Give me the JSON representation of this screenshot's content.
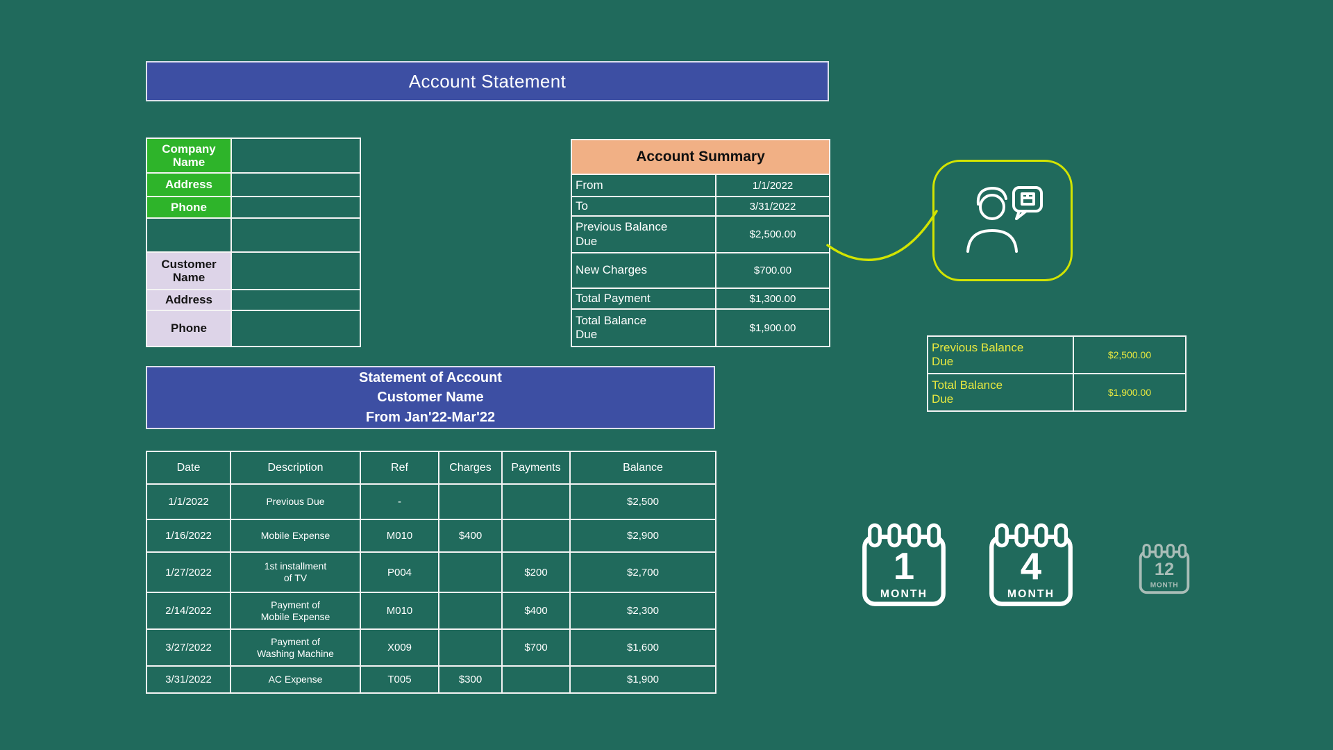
{
  "colors": {
    "background": "#206a5c",
    "banner_blue": "#3d4fa3",
    "label_green": "#2eb42a",
    "label_lavender": "#ddd4e8",
    "summary_orange": "#f1b085",
    "accent_lime": "#d2e400",
    "highlight_yellow": "#e9e93f",
    "border_white": "#f4f4f4"
  },
  "title": "Account Statement",
  "company_table": {
    "rows": [
      {
        "label": "Company\nName",
        "value": ""
      },
      {
        "label": "Address",
        "value": ""
      },
      {
        "label": "Phone",
        "value": ""
      },
      {
        "label": "",
        "value": ""
      },
      {
        "label": "Customer\nName",
        "value": ""
      },
      {
        "label": "Address",
        "value": ""
      },
      {
        "label": "Phone",
        "value": ""
      }
    ]
  },
  "account_summary": {
    "title": "Account Summary",
    "rows": [
      {
        "label": "From",
        "value": "1/1/2022"
      },
      {
        "label": "To",
        "value": "3/31/2022"
      },
      {
        "label": "Previous Balance\nDue",
        "value": "$2,500.00"
      },
      {
        "label": "New Charges",
        "value": "$700.00"
      },
      {
        "label": "Total Payment",
        "value": "$1,300.00"
      },
      {
        "label": "Total Balance\nDue",
        "value": "$1,900.00"
      }
    ]
  },
  "balance_highlight": {
    "rows": [
      {
        "label": "Previous Balance\nDue",
        "value": "$2,500.00"
      },
      {
        "label": "Total Balance\nDue",
        "value": "$1,900.00"
      }
    ]
  },
  "statement_banner": {
    "line1": "Statement of Account",
    "line2": "Customer Name",
    "line3": "From Jan'22-Mar'22"
  },
  "transactions": {
    "headers": [
      "Date",
      "Description",
      "Ref",
      "Charges",
      "Payments",
      "Balance"
    ],
    "rows": [
      [
        "1/1/2022",
        "Previous Due",
        "-",
        "",
        "",
        "$2,500"
      ],
      [
        "1/16/2022",
        "Mobile Expense",
        "M010",
        "$400",
        "",
        "$2,900"
      ],
      [
        "1/27/2022",
        "1st installment\nof TV",
        "P004",
        "",
        "$200",
        "$2,700"
      ],
      [
        "2/14/2022",
        "Payment of\nMobile Expense",
        "M010",
        "",
        "$400",
        "$2,300"
      ],
      [
        "3/27/2022",
        "Payment of\nWashing Machine",
        "X009",
        "",
        "$700",
        "$1,600"
      ],
      [
        "3/31/2022",
        "AC Expense",
        "T005",
        "$300",
        "",
        "$1,900"
      ]
    ]
  },
  "calendars": [
    {
      "number": "1",
      "label": "MONTH",
      "state": "active"
    },
    {
      "number": "4",
      "label": "MONTH",
      "state": "active"
    },
    {
      "number": "12",
      "label": "MONTH",
      "state": "inactive"
    }
  ],
  "icons": {
    "person": "person-chat-icon"
  }
}
